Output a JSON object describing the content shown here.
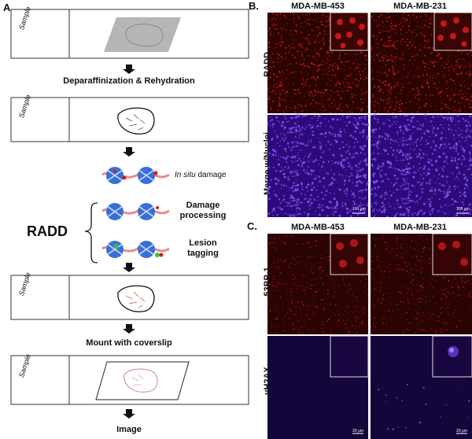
{
  "panels": {
    "a": "A.",
    "b": "B.",
    "c": "C."
  },
  "workflow": {
    "slide_label": "Sample",
    "step1": "Deparaffinization & Rehydration",
    "in_situ_italic": "In situ",
    "in_situ_rest": " damage",
    "damage_line1": "Damage",
    "damage_line2": "processing",
    "lesion_line1": "Lesion",
    "lesion_line2": "tagging",
    "radd": "RADD",
    "step_mount": "Mount with coverslip",
    "step_image": "Image"
  },
  "panel_b": {
    "col1": "MDA-MB-453",
    "col2": "MDA-MB-231",
    "row1": "RADD",
    "row2": "Merge w/Nuclei",
    "scale": "100 μm"
  },
  "panel_c": {
    "col1": "MDA-MB-453",
    "col2": "MDA-MB-231",
    "row1": "53BP-1",
    "row2": "γH2AX",
    "scale": "20 μm"
  },
  "colors": {
    "red_bg": "#2a0303",
    "red_dot": "#d61a1a",
    "merge_bg": "#2b0a7a",
    "merge_dot": "#8a4df0",
    "gamma_bg": "#14053a",
    "dna_blue": "#3b6fd6",
    "dna_strand": "#e88a8a"
  }
}
